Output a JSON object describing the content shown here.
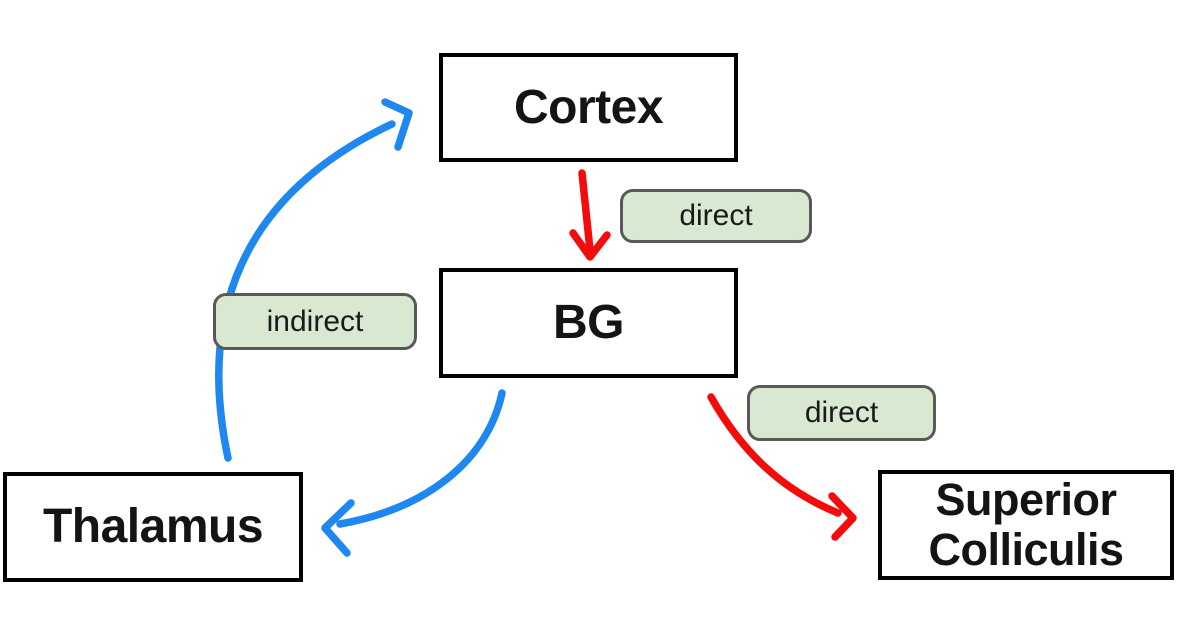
{
  "nodes": {
    "cortex": {
      "label": "Cortex"
    },
    "bg": {
      "label": "BG"
    },
    "thalamus": {
      "label": "Thalamus"
    },
    "superior_colliculus": {
      "label": "Superior Colliculis"
    }
  },
  "edges": {
    "cortex_to_bg": {
      "from": "Cortex",
      "to": "BG",
      "label": "direct",
      "color": "#f40b0b",
      "style": "straight"
    },
    "bg_to_superior_colliculus": {
      "from": "BG",
      "to": "Superior Colliculis",
      "label": "direct",
      "color": "#f40b0b",
      "style": "curved"
    },
    "thalamus_to_cortex": {
      "from": "Thalamus",
      "to": "Cortex",
      "label": "indirect",
      "color": "#1e87f0",
      "style": "curved"
    },
    "bg_to_thalamus": {
      "from": "BG",
      "to": "Thalamus",
      "label": "",
      "color": "#1e87f0",
      "style": "curved"
    }
  },
  "colors": {
    "background": "#ffffff",
    "box_border": "#000000",
    "box_fill": "#ffffff",
    "text": "#141414",
    "label_fill": "#d9e8d1",
    "label_border": "#595959",
    "arrow_red": "#f40b0b",
    "arrow_blue": "#1e87f0"
  }
}
